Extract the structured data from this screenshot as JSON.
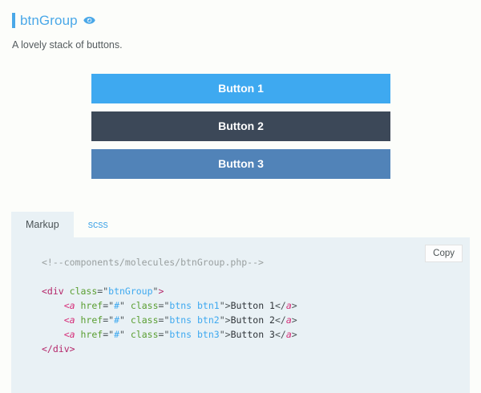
{
  "header": {
    "title": "btnGroup",
    "eye_icon": "eye-icon",
    "accent_color": "#4aa8e8",
    "description": "A lovely stack of buttons."
  },
  "buttons": [
    {
      "label": "Button 1",
      "color": "#3ea9f0",
      "class": "btn1"
    },
    {
      "label": "Button 2",
      "color": "#3c4858",
      "class": "btn2"
    },
    {
      "label": "Button 3",
      "color": "#5183b8",
      "class": "btn3"
    }
  ],
  "panel": {
    "tabs": [
      {
        "label": "Markup",
        "active": true
      },
      {
        "label": "scss",
        "active": false
      }
    ],
    "copy_label": "Copy",
    "code": {
      "language": "html",
      "comment": "<!--components/molecules/btnGroup.php-->",
      "lines": [
        "<div class=\"btnGroup\">",
        "    <a href=\"#\" class=\"btns btn1\">Button 1</a>",
        "    <a href=\"#\" class=\"btns btn2\">Button 2</a>",
        "    <a href=\"#\" class=\"btns btn3\">Button 3</a>",
        "</div>"
      ],
      "tokens": {
        "open_div": "<div",
        "class_attr": "class",
        "eq": "=",
        "quote": "\"",
        "val_btngroup": "btnGroup",
        "gt": ">",
        "open_a": "<a",
        "href_attr": "href",
        "val_hash": "#",
        "val_btns1": "btns btn1",
        "val_btns2": "btns btn2",
        "val_btns3": "btns btn3",
        "text1": "Button 1",
        "text2": "Button 2",
        "text3": "Button 3",
        "close_a_open": "</",
        "close_a_name": "a",
        "close_div": "</div>",
        "indent": "    "
      }
    }
  }
}
